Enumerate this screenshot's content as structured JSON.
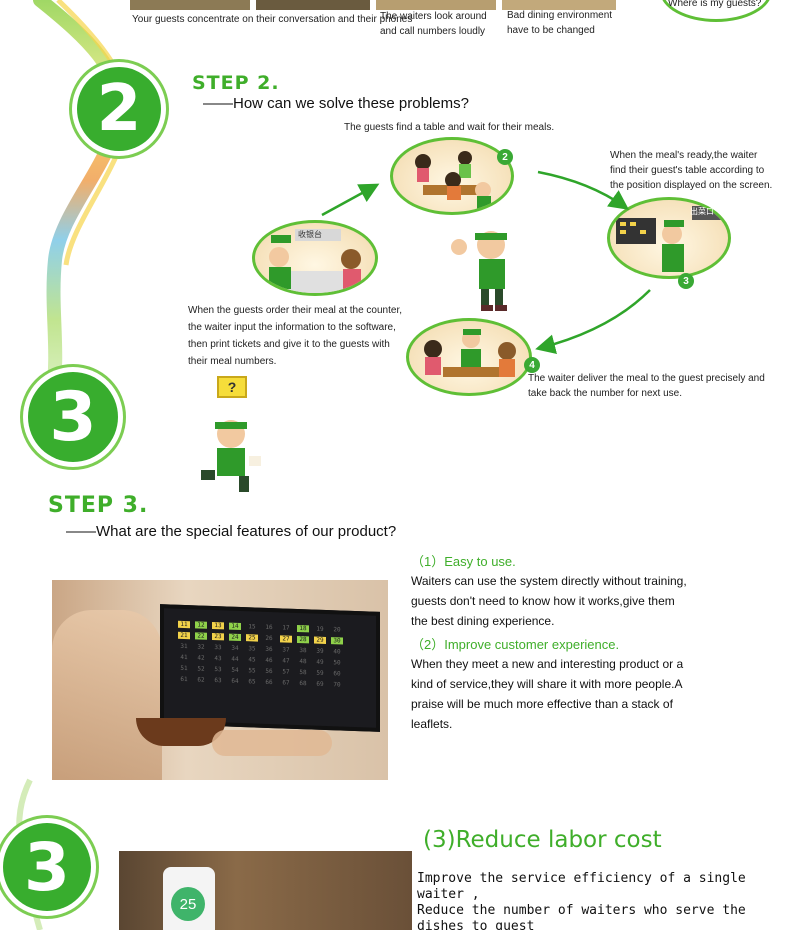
{
  "top_strip": {
    "caption_guests": "Your guests concentrate on their conversation and their phones",
    "caption_waiters": "The waiters look around and call numbers loudly",
    "caption_waiters_line1": "The waiters look around",
    "caption_waiters_line2": "and call numbers loudly",
    "caption_env_line1": "Bad dining environment",
    "caption_env_line2": "have to be changed",
    "bubble_text": "Where is my guests?"
  },
  "step2": {
    "number": "2",
    "title": "STEP 2.",
    "subtitle": "——How can we solve these problems?",
    "caption_top": "The guests find a table and wait for their meals.",
    "caption_right_1": "When the meal's ready,the waiter",
    "caption_right_2": "find their guest's table according to",
    "caption_right_3": "the position displayed on the screen.",
    "caption_left_1": "When the guests order their meal at the counter,",
    "caption_left_2": "the waiter input the information to the software,",
    "caption_left_3": "then print tickets and give it to the guests with",
    "caption_left_4": "their meal numbers.",
    "caption_bottom_1": "The waiter deliver the meal to the guest precisely and",
    "caption_bottom_2": "take back the number for next use.",
    "badge_2": "2",
    "badge_3": "3",
    "badge_4": "4",
    "question_mark": "?",
    "sign_counter": "收银台",
    "sign_kitchen": "出菜口"
  },
  "step3": {
    "number": "3",
    "title": "STEP 3.",
    "subtitle": "——What are the special features of our product?",
    "feature1_title": "（1）Easy to use.",
    "feature1_line1": "Waiters can use the system directly without training,",
    "feature1_line2": "guests don't need to know how it works,give them",
    "feature1_line3": "the best dining experience.",
    "feature2_title": "（2）Improve customer experience.",
    "feature2_line1": "When they meet a new and interesting product or a",
    "feature2_line2": "kind of service,they will share it with more people.A",
    "feature2_line3": "praise will be much more effective than a stack of",
    "feature2_line4": "leaflets."
  },
  "labor": {
    "number": "3",
    "title": "(3)Reduce labor cost",
    "line1": "Improve the service efficiency of a single waiter ,",
    "line2": "Reduce the number of waiters who serve the",
    "line3": "dishes to guest",
    "pager_number": "25"
  },
  "screen_numbers": {
    "row1": [
      "11",
      "12",
      "13",
      "14",
      "15",
      "16",
      "17",
      "18",
      "19",
      "20"
    ],
    "row2": [
      "21",
      "22",
      "23",
      "24",
      "25",
      "26",
      "27",
      "28",
      "29",
      "30"
    ],
    "row3": [
      "31",
      "32",
      "33",
      "34",
      "35",
      "36",
      "37",
      "38",
      "39",
      "40"
    ],
    "row4": [
      "41",
      "42",
      "43",
      "44",
      "45",
      "46",
      "47",
      "48",
      "49",
      "50"
    ],
    "row5": [
      "51",
      "52",
      "53",
      "54",
      "55",
      "56",
      "57",
      "58",
      "59",
      "60"
    ],
    "row6": [
      "61",
      "62",
      "63",
      "64",
      "65",
      "66",
      "67",
      "68",
      "69",
      "70"
    ]
  },
  "colors": {
    "accent_green": "#3fae2a",
    "circle_green": "#38ad2e",
    "ribbon_yellow": "#f7d44a",
    "ribbon_orange": "#f39a3b",
    "ribbon_blue": "#62b8e8"
  }
}
